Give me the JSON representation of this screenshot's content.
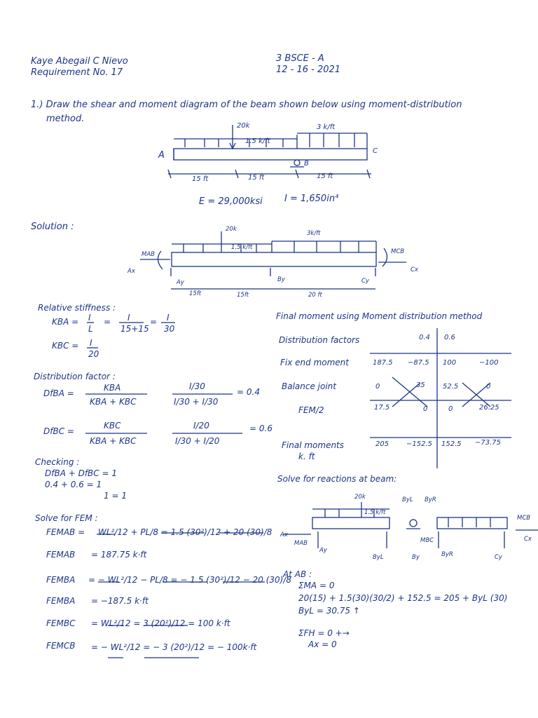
{
  "header": {
    "name": "Kaye Abegail C Nievo",
    "requirement": "Requirement No. 17",
    "section": "3 BSCE - A",
    "date": "12 - 16 - 2021"
  },
  "problem": {
    "line1": "1.) Draw the shear and moment diagram of the beam shown below using moment-distribution",
    "line2": "method.",
    "load_point": "20k",
    "load_dist_ab": "1.5 k/ft",
    "load_dist_bc": "3 k/ft",
    "label_a": "A",
    "label_b": "B",
    "label_c": "C",
    "span1": "15 ft",
    "span2": "15 ft",
    "span3": "15 ft",
    "modulus": "E = 29,000ksi",
    "inertia": "I = 1,650in⁴"
  },
  "solution": {
    "heading": "Solution :",
    "load_point": "20k",
    "load_ab": "1.5 k/ft",
    "load_bc": "3k/ft",
    "mab": "MAB",
    "mcb": "MCB",
    "ax": "Ax",
    "cx": "Cx",
    "ay": "Ay",
    "by": "By",
    "cy": "Cy",
    "dim1": "15ft",
    "dim2": "15ft",
    "dim3": "20 ft"
  },
  "stiffness": {
    "heading": "Relative stiffness :",
    "kba_lhs": "KBA =",
    "kba_num": "I",
    "kba_den": "L",
    "eq": "=",
    "kba_num2": "I",
    "kba_den2": "15+15",
    "kba_num3": "I",
    "kba_den3": "30",
    "kbc_lhs": "KBC =",
    "kbc_num": "I",
    "kbc_den": "20"
  },
  "distribution": {
    "heading": "Distribution factor :",
    "dfba_lhs": "DfBA =",
    "dfba_num": "KBA",
    "dfba_den": "KBA + KBC",
    "dfba_num2": "I/30",
    "dfba_den2": "I/30 + I/30",
    "dfba_val": "= 0.4",
    "dfbc_lhs": "DfBC =",
    "dfbc_num": "KBC",
    "dfbc_den": "KBA + KBC",
    "dfbc_num2": "I/20",
    "dfbc_den2": "I/30 + I/20",
    "dfbc_val": "= 0.6"
  },
  "checking": {
    "heading": "Checking :",
    "line1": "DfBA + DfBC = 1",
    "line2": "0.4  + 0.6  = 1",
    "line3": "1 = 1"
  },
  "fem": {
    "heading": "Solve for FEM :",
    "fem_ab_lhs": "FEMAB =",
    "fem_ab_expr": "WL²/12 + PL/8 = 1.5 (30²)/12 + 20 (30)/8",
    "fem_ab2_lhs": "FEMAB",
    "fem_ab2_val": "= 187.75 k·ft",
    "fem_ba_lhs": "FEMBA",
    "fem_ba_expr": "= − WL²/12 − PL/8 = − 1.5 (30²)/12 − 20 (30)/8",
    "fem_ba2_lhs": "FEMBA",
    "fem_ba2_val": "= −187.5 k·ft",
    "fem_bc_lhs": "FEMBC",
    "fem_bc_expr": "= WL²/12 = 3 (20²)/12 = 100 k·ft",
    "fem_cb_lhs": "FEMCB",
    "fem_cb_expr": "= − WL²/12 = − 3 (20²)/12 = − 100k·ft"
  },
  "mdm": {
    "heading": "Final moment using Moment distribution method",
    "row_df": "Distribution factors",
    "row_fem": "Fix end moment",
    "row_bal": "Balance joint",
    "row_co": "FEM/2",
    "row_final": "Final moments",
    "row_final2": "k. ft",
    "df": [
      "0.4",
      "0.6"
    ],
    "fem": [
      "187.5",
      "−87.5",
      "100",
      "−100"
    ],
    "bal": [
      "0",
      "35",
      "52.5",
      "0"
    ],
    "co": [
      "17.5",
      "0",
      "0",
      "26.25"
    ],
    "final": [
      "205",
      "−152.5",
      "152.5",
      "−73.75"
    ]
  },
  "reactions": {
    "heading": "Solve for reactions at beam:",
    "load_point": "20k",
    "load_ab": "1.5 k/ft",
    "byl": "ByL",
    "byr": "ByR",
    "mcb": "MCB",
    "mab": "MAB",
    "ax": "Ax",
    "ay": "Ay",
    "mbc": "MBC",
    "by": "By",
    "cx": "Cx",
    "cy": "Cy",
    "at_ab": "At AB :",
    "sum_m": "ΣMA = 0",
    "eq_m": "20(15) + 1.5(30)(30/2) + 152.5 = 205 + ByL (30)",
    "byl_val": "ByL = 30.75 ↑",
    "sum_f": "ΣFH = 0 +→",
    "ax_val": "Ax = 0"
  }
}
